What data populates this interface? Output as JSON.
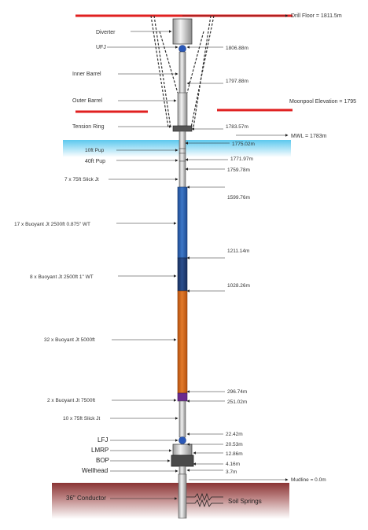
{
  "labels": {
    "drill_floor": "Drill Floor = 1811.5m",
    "moonpool": "Moonpool Elevation = 1795",
    "mwl": "MWL = 1783m",
    "mudline": "Mudline = 0.0m",
    "diverter": "Diverter",
    "ufj": "UFJ",
    "inner_barrel": "Inner Barrel",
    "outer_barrel": "Outer Barrel",
    "tension_ring": "Tension Ring",
    "pup_10ft": "10ft Pup",
    "pup_40ft": "40ft Pup",
    "slick_7x": "7 x 75ft Slick Jt",
    "buoyant_17x": "17 x Buoyant Jt 2500ft 0.875\" WT",
    "buoyant_8x": "8 x Buoyant Jt 2500ft 1\" WT",
    "buoyant_32x": "32 x Buoyant Jt 5000ft",
    "buoyant_2x": "2 x Buoyant Jt 7500ft",
    "slick_10x": "10 x 75ft Slick Jt",
    "lfj": "LFJ",
    "lmrp": "LMRP",
    "bop": "BOP",
    "wellhead": "Wellhead",
    "conductor": "36\" Conductor",
    "soil_springs": "Soil Springs"
  },
  "elevations": {
    "e1806": "1806.88m",
    "e1797": "1797.88m",
    "e1783": "1783.57m",
    "e1775": "1775.02m",
    "e1771": "1771.97m",
    "e1759": "1759.78m",
    "e1599": "1599.76m",
    "e1211": "1211.14m",
    "e1028": "1028.26m",
    "e296": "296.74m",
    "e251": "251.02m",
    "e22": "22.42m",
    "e20": "20.53m",
    "e12": "12.86m",
    "e4": "4.16m",
    "e3": "3.7m"
  },
  "colors": {
    "drill_floor_line": "#e02020",
    "water": "#6fd0ef",
    "seabed": "#8b3a3a",
    "buoyant_blue": "#2f62b0",
    "buoyant_dark_blue": "#223f78",
    "buoyant_orange": "#d4661c",
    "buoyant_purple": "#6a2a8e",
    "ufj_ball": "#2a58b8"
  }
}
